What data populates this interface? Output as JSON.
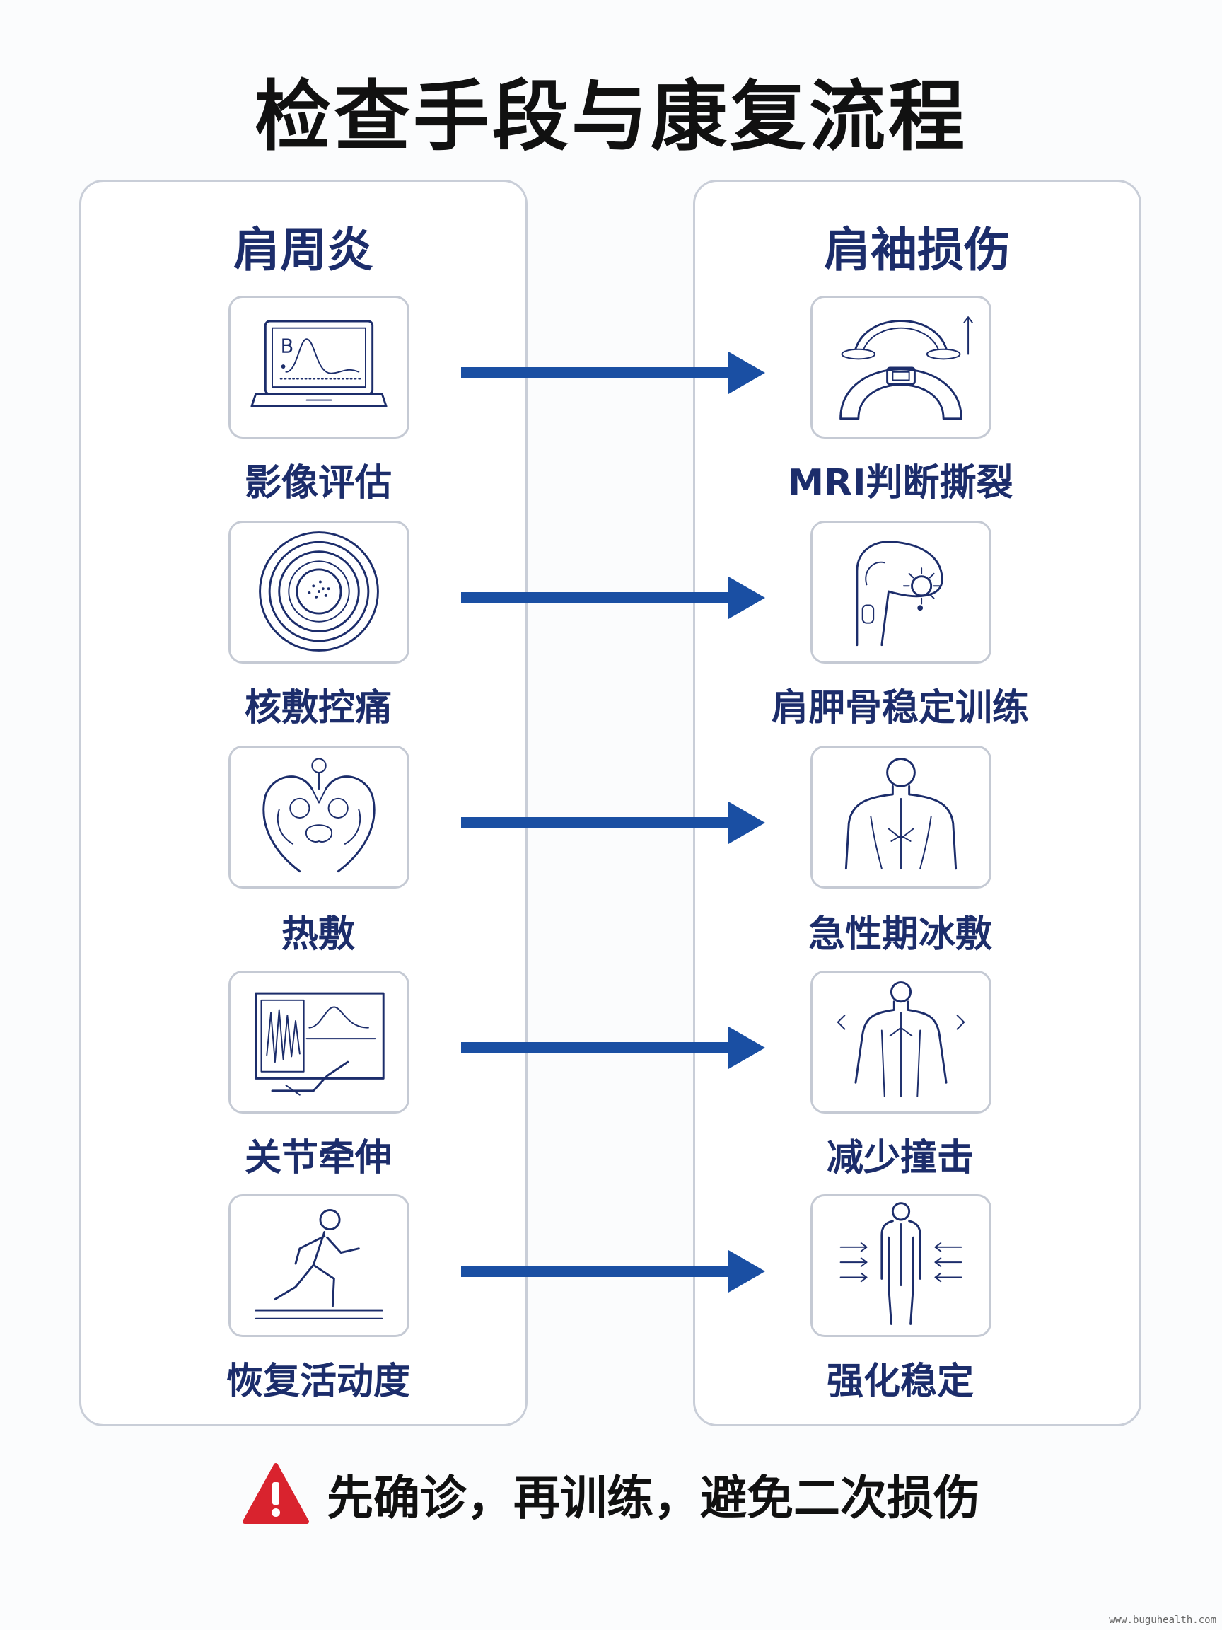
{
  "title": "检查手段与康复流程",
  "left_column": {
    "heading": "肩周炎",
    "items": [
      {
        "label": "影像评估",
        "icon": "laptop-chart-icon",
        "icon_text": "B"
      },
      {
        "label": "核敷控痛",
        "icon": "concentric-circles-icon"
      },
      {
        "label": "热敷",
        "icon": "heat-anatomy-icon"
      },
      {
        "label": "关节牵伸",
        "icon": "monitor-waveform-icon"
      },
      {
        "label": "恢复活动度",
        "icon": "running-person-icon"
      }
    ]
  },
  "right_column": {
    "heading": "肩袖损伤",
    "items": [
      {
        "label": "MRI判断撕裂",
        "icon": "mri-arc-icon"
      },
      {
        "label": "肩胛骨稳定训练",
        "icon": "shoulder-joint-icon"
      },
      {
        "label": "急性期冰敷",
        "icon": "upper-back-icon"
      },
      {
        "label": "减少撞击",
        "icon": "torso-expand-icon"
      },
      {
        "label": "强化稳定",
        "icon": "full-body-arrows-icon"
      }
    ]
  },
  "arrows": {
    "count": 5,
    "color": "#1a4fa3",
    "icon": "right-arrow-icon"
  },
  "footer": {
    "text": "先确诊，再训练，避免二次损伤",
    "icon": "warning-icon",
    "icon_color": "#d9232e"
  },
  "watermark": "www.buguhealth.com",
  "colors": {
    "heading": "#1c2d6b",
    "arrow": "#1a4fa3",
    "panel_border": "#c9ced8",
    "title": "#111111"
  }
}
